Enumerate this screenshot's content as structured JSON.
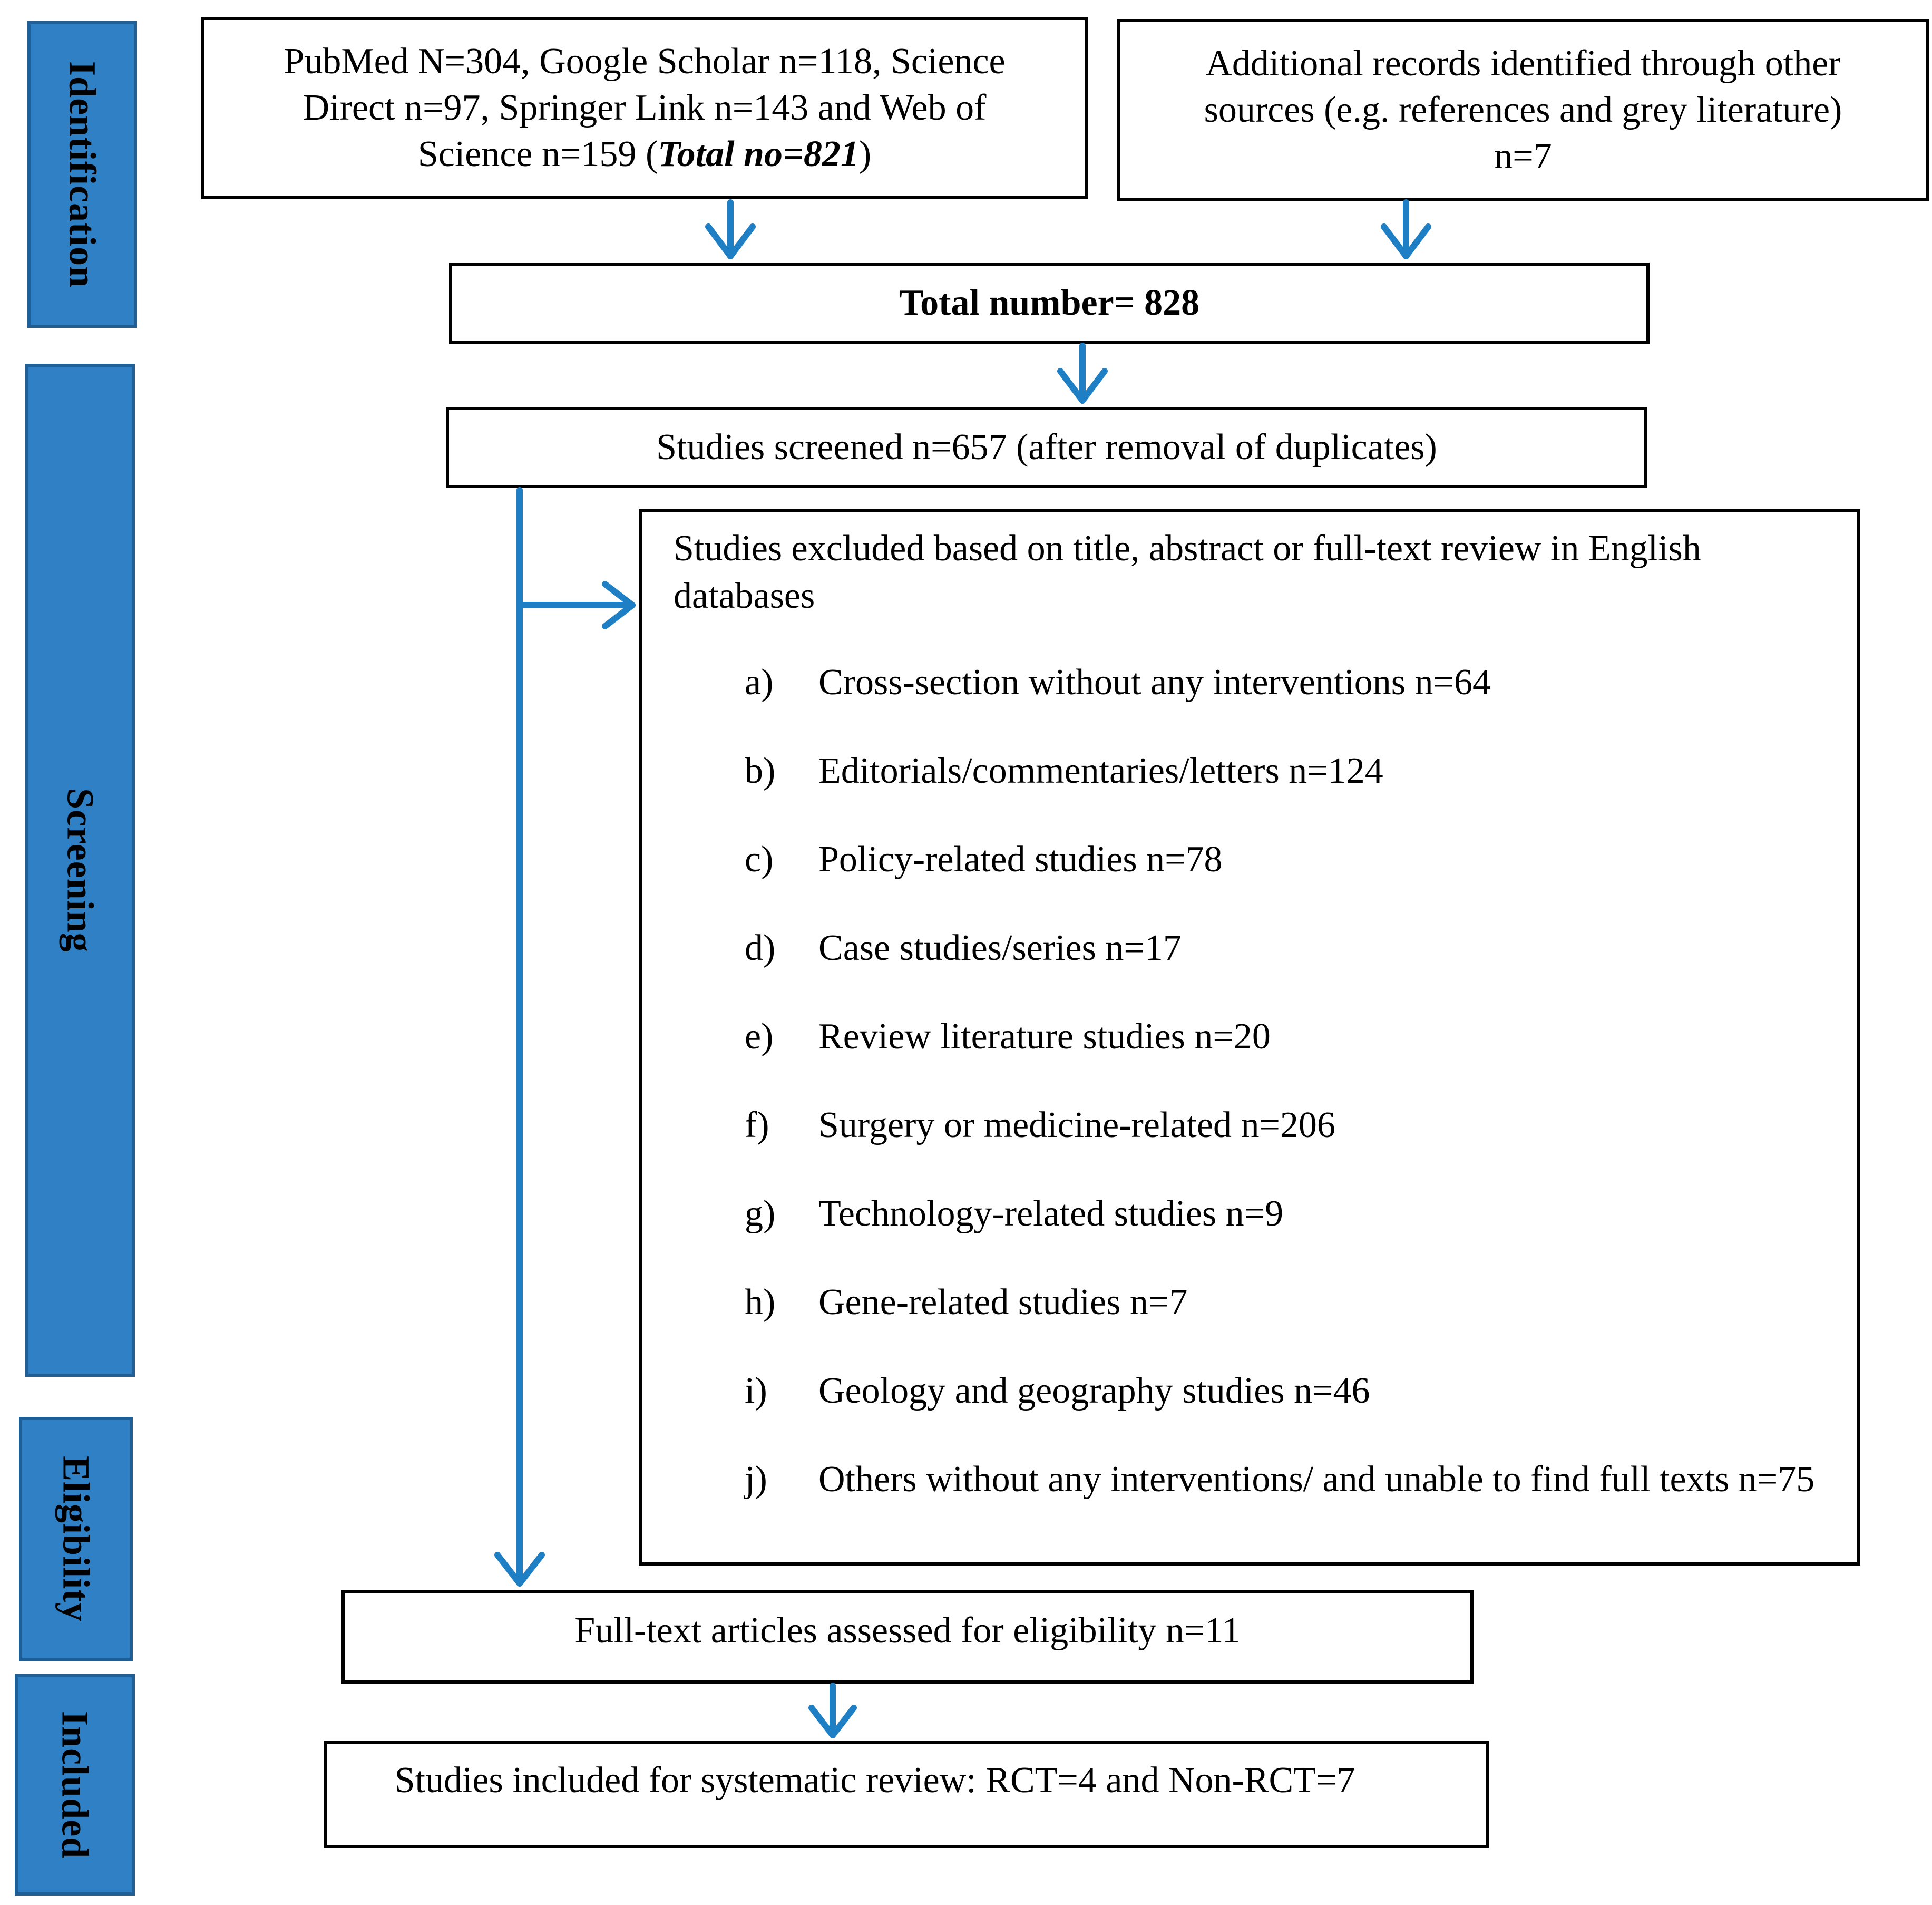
{
  "colors": {
    "phase_fill": "#2f80c4",
    "phase_border": "#1f5f96",
    "arrow": "#1f7fc4"
  },
  "phases": {
    "identification": "Identification",
    "screening": "Screening",
    "eligibility": "Eligibility",
    "included": "Included"
  },
  "identification": {
    "databases_line1": "PubMed N=304, Google Scholar n=118, Science",
    "databases_line2": "Direct n=97, Springer Link n=143 and Web of",
    "databases_line3_prefix": "Science n=159 (",
    "databases_total": "Total no=821",
    "databases_line3_suffix": ")",
    "other_line1": "Additional records identified through other",
    "other_line2": "sources (e.g. references and grey literature)",
    "other_line3": "n=7"
  },
  "total": "Total number= 828",
  "screened": "Studies screened n=657 (after removal of duplicates)",
  "excluded": {
    "heading": "Studies excluded based on title, abstract or full-text review in English databases",
    "items": [
      {
        "letter": "a)",
        "text": "Cross-section without any interventions n=64"
      },
      {
        "letter": "b)",
        "text": "Editorials/commentaries/letters n=124"
      },
      {
        "letter": "c)",
        "text": "Policy-related studies n=78"
      },
      {
        "letter": "d)",
        "text": "Case studies/series n=17"
      },
      {
        "letter": "e)",
        "text": "Review literature studies n=20"
      },
      {
        "letter": "f)",
        "text": "Surgery or medicine-related n=206"
      },
      {
        "letter": "g)",
        "text": "Technology-related studies n=9"
      },
      {
        "letter": "h)",
        "text": "Gene-related studies n=7"
      },
      {
        "letter": "i)",
        "text": "Geology and geography studies n=46"
      },
      {
        "letter": "j)",
        "text": "Others without any interventions/ and unable to find full texts n=75"
      }
    ]
  },
  "eligibility": "Full-text articles assessed for eligibility n=11",
  "included": "Studies included for systematic review: RCT=4 and Non-RCT=7"
}
